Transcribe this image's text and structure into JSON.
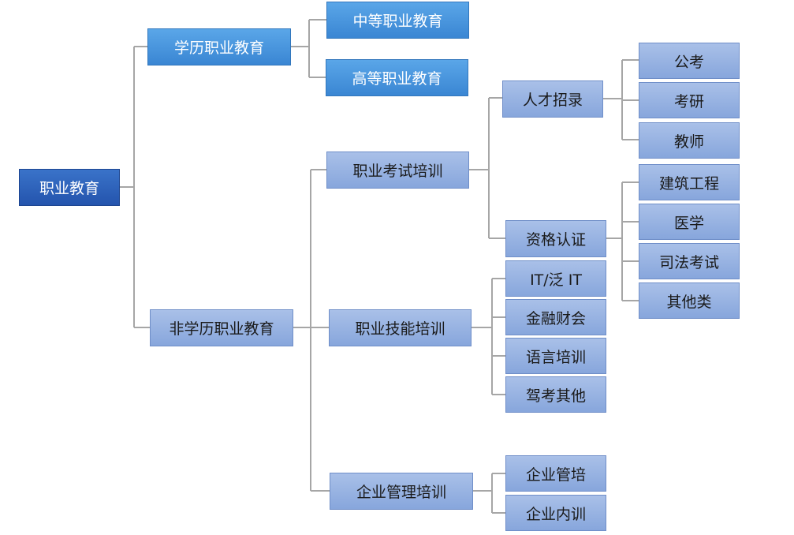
{
  "colors": {
    "root_fill": "#2c5fb8",
    "education_branch_fill": "#4a96de",
    "other_fill": "#97b3e2",
    "connector": "#a6a6a6"
  },
  "tree": {
    "root": "职业教育",
    "academic": {
      "label": "学历职业教育",
      "children": [
        "中等职业教育",
        "高等职业教育"
      ]
    },
    "non_academic": {
      "label": "非学历职业教育",
      "exam_training": {
        "label": "职业考试培训",
        "talent_recruitment": {
          "label": "人才招录",
          "children": [
            "公考",
            "考研",
            "教师"
          ]
        },
        "qualification": {
          "label": "资格认证",
          "children": [
            "建筑工程",
            "医学",
            "司法考试",
            "其他类"
          ]
        }
      },
      "skills_training": {
        "label": "职业技能培训",
        "children": [
          "IT/泛 IT",
          "金融财会",
          "语言培训",
          "驾考其他"
        ]
      },
      "enterprise_training": {
        "label": "企业管理培训",
        "children": [
          "企业管培",
          "企业内训"
        ]
      }
    }
  }
}
